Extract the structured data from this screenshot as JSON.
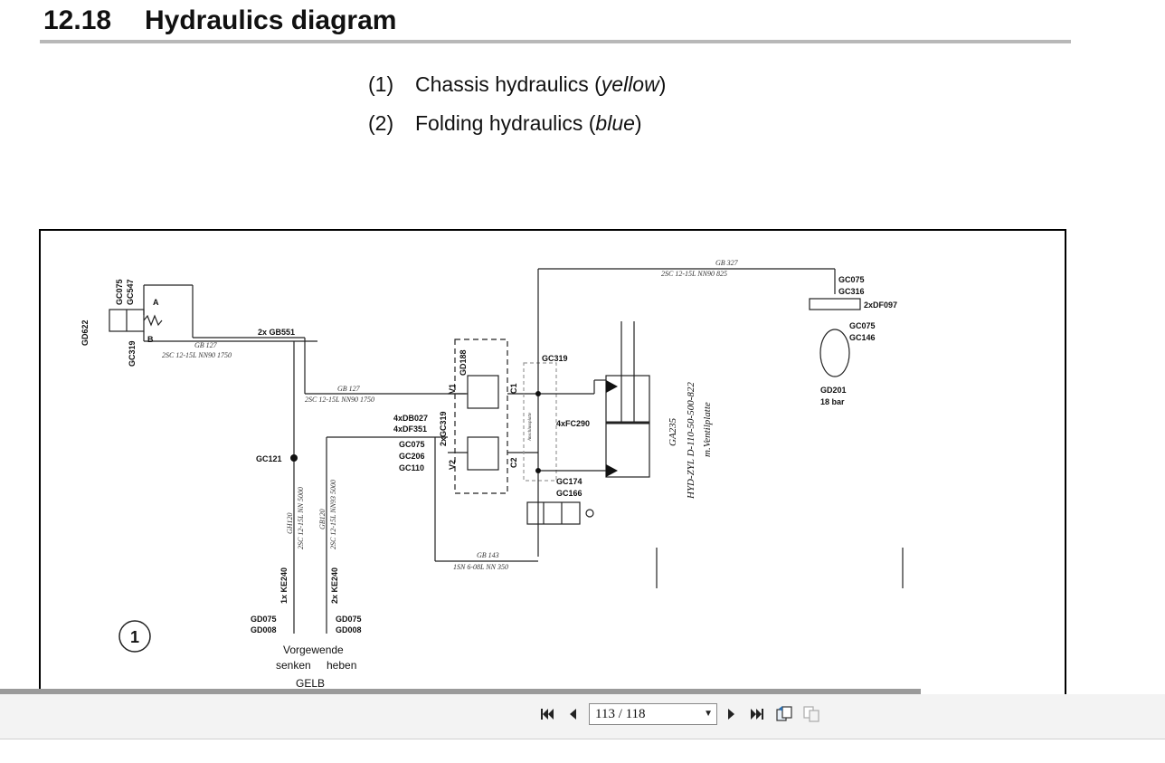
{
  "section": {
    "number": "12.18",
    "title": "Hydraulics diagram"
  },
  "legend": [
    {
      "index": "(1)",
      "text": "Chassis hydraulics (",
      "color_word": "yellow",
      "close": ")"
    },
    {
      "index": "(2)",
      "text": "Folding hydraulics (",
      "color_word": "blue",
      "close": ")"
    }
  ],
  "diagram": {
    "circle_label": "1",
    "labels": {
      "gd622": "GD622",
      "gc075_a": "GC075",
      "gc547": "GC547",
      "port_a": "A",
      "port_b": "B",
      "gc319_a": "GC319",
      "gb551": "2x GB551",
      "gb127_a": "GB 127",
      "hose_a": "2SC 12-15L NN90 1750",
      "gb127_b": "GB 127",
      "hose_b": "2SC 12-15L NN90 1750",
      "gc121": "GC121",
      "gh120": "GH120",
      "hose_c": "2SC 12-15L NN 5000",
      "gb120": "GB120",
      "hose_d": "2SC 12-15L NN93 5000",
      "ke240_a": "1x KE240",
      "ke240_b": "2x KE240",
      "gd075_a": "GD075",
      "gd008_a": "GD008",
      "gd075_b": "GD075",
      "gd008_b": "GD008",
      "vorgewende": "Vorgewende",
      "senken": "senken",
      "heben": "heben",
      "gelb": "GELB",
      "db027": "4xDB027",
      "df351": "4xDF351",
      "gc075_b": "GC075",
      "gc206": "GC206",
      "gc110": "GC110",
      "gd188": "GD188",
      "v1": "V1",
      "v2": "V2",
      "gc319_x2": "2xGC319",
      "c1": "C1",
      "c2": "C2",
      "gc319_b": "GC319",
      "fc290": "4xFC290",
      "gc174": "GC174",
      "gc166": "GC166",
      "gb143": "GB 143",
      "hose_e": "1SN 6-08L NN 350",
      "gb327": "GB 327",
      "hose_f": "2SC 12-15L NN90 825",
      "gc075_c": "GC075",
      "gc316": "GC316",
      "df097": "2xDF097",
      "gc075_d": "GC075",
      "gc146": "GC146",
      "gd201": "GD201",
      "bar": "18 bar",
      "ga235": "GA235",
      "cyl": "HYD-ZYL D-110-50-500-822",
      "ventil": "m.Ventilplatte",
      "valve_note": "Anschlussplatte"
    }
  },
  "viewer": {
    "page_display": "113 / 118",
    "progress": 0.79,
    "icons": [
      "first-page-icon",
      "previous-page-icon",
      "next-page-icon",
      "last-page-icon",
      "two-page-view-icon",
      "single-page-view-icon"
    ]
  }
}
